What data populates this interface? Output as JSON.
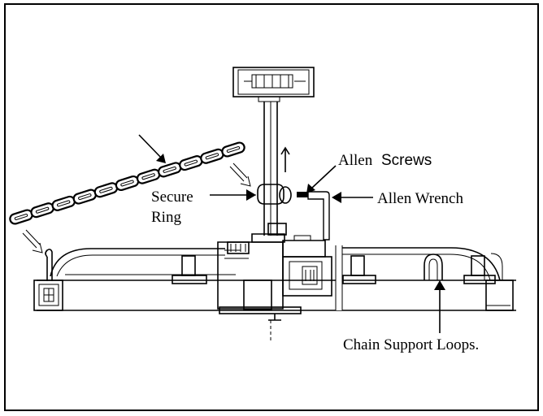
{
  "labels": {
    "secure_ring_line1": "Secure",
    "secure_ring_line2": "Ring",
    "allen_word": "Allen",
    "screws_word": "Screws",
    "allen_wrench": "Allen Wrench",
    "chain_support_loops": "Chain Support Loops."
  }
}
